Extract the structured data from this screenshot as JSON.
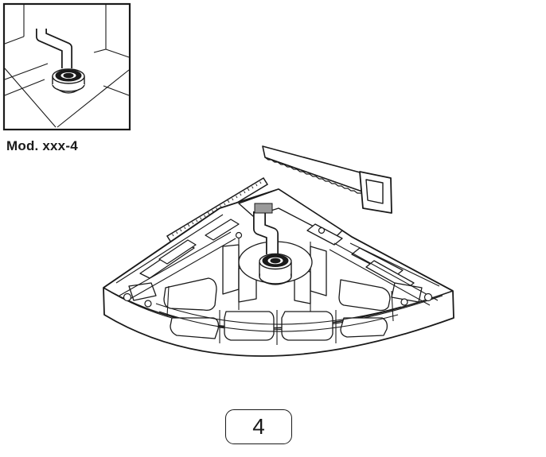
{
  "inset": {
    "caption": "Mod. xxx-4"
  },
  "step": {
    "number": "4"
  },
  "icons": {
    "inset_detail": "drain-pipe-installed-detail",
    "saw": "hand-saw-icon",
    "ruler": "ruler-icon",
    "tray": "corner-shower-tray-underside",
    "drain": "drain-waste-fitting-icon",
    "pipe": "bent-waste-pipe-icon"
  },
  "colors": {
    "line": "#1a1a1a",
    "background": "#ffffff",
    "pipe_shade": "#9a9a9a"
  }
}
